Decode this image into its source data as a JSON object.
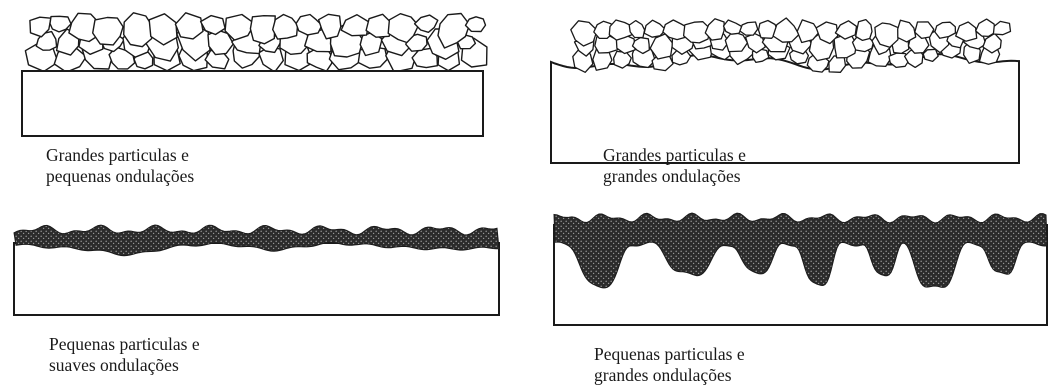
{
  "panels": [
    {
      "id": "large-particles-small-waves",
      "caption": [
        "Grandes particulas e",
        "pequenas ondulações"
      ]
    },
    {
      "id": "large-particles-large-waves",
      "caption": [
        "Grandes particulas e",
        "grandes ondulações"
      ]
    },
    {
      "id": "small-particles-smooth-waves",
      "caption": [
        "Pequenas particulas e",
        "suaves ondulações"
      ]
    },
    {
      "id": "small-particles-large-waves",
      "caption": [
        "Pequenas particulas e",
        "grandes ondulações"
      ]
    }
  ],
  "colors": {
    "ink": "#1a1a1a",
    "coating": "#2b2b2b",
    "paper": "#ffffff"
  }
}
